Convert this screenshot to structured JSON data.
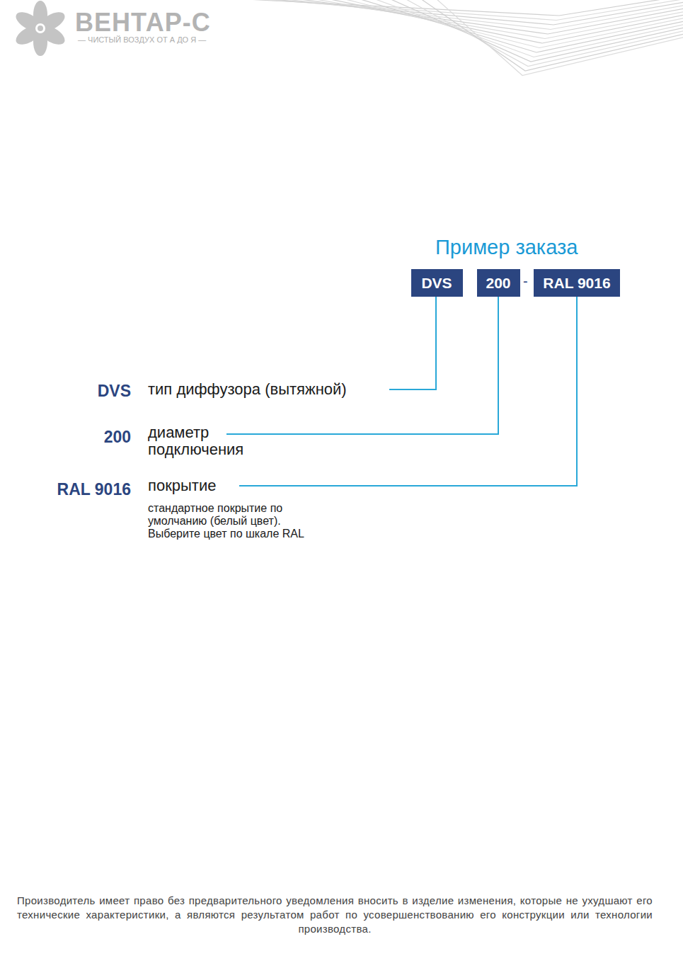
{
  "diagram": {
    "title": "Пример заказа",
    "nodes": [
      {
        "text": [
          "DVS"
        ]
      },
      {
        "text": [
          "200"
        ]
      },
      {
        "text": [
          "RAL 9016"
        ]
      }
    ],
    "labels": [
      "ВЕНТАР-С",
      "— ЧИСТЫЙ ВОЗДУХ ОТ А ДО Я —",
      "DVS",
      "тип диффузора (вытяжной)",
      "200",
      "диаметр подключения",
      "RAL 9016",
      "покрытие",
      "стандартное покрытие по умолчанию (белый цвет). Выберите цвет по шкале RAL",
      "-",
      "Производитель имеет право без предварительного уведомления вносить в изделие изменения, которые не ухудшают его технические характеристики, а являются результатом работ по усовершенствованию его конструкции или технологии производства."
    ]
  }
}
